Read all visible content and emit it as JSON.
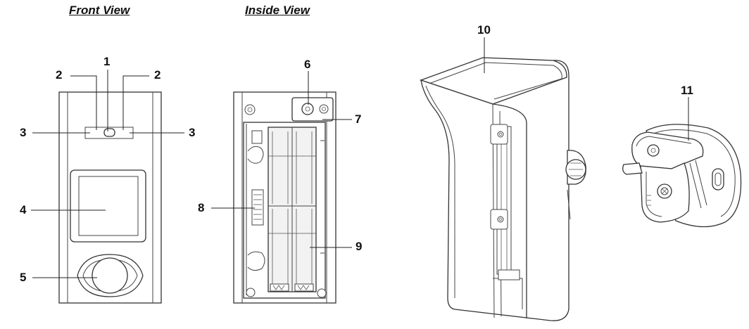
{
  "titles": {
    "front": "Front View",
    "inside": "Inside View"
  },
  "callouts": {
    "c1": "1",
    "c2": "2",
    "c3": "3",
    "c4": "4",
    "c5": "5",
    "c6": "6",
    "c7": "7",
    "c8": "8",
    "c9": "9",
    "c10": "10",
    "c11": "11"
  }
}
